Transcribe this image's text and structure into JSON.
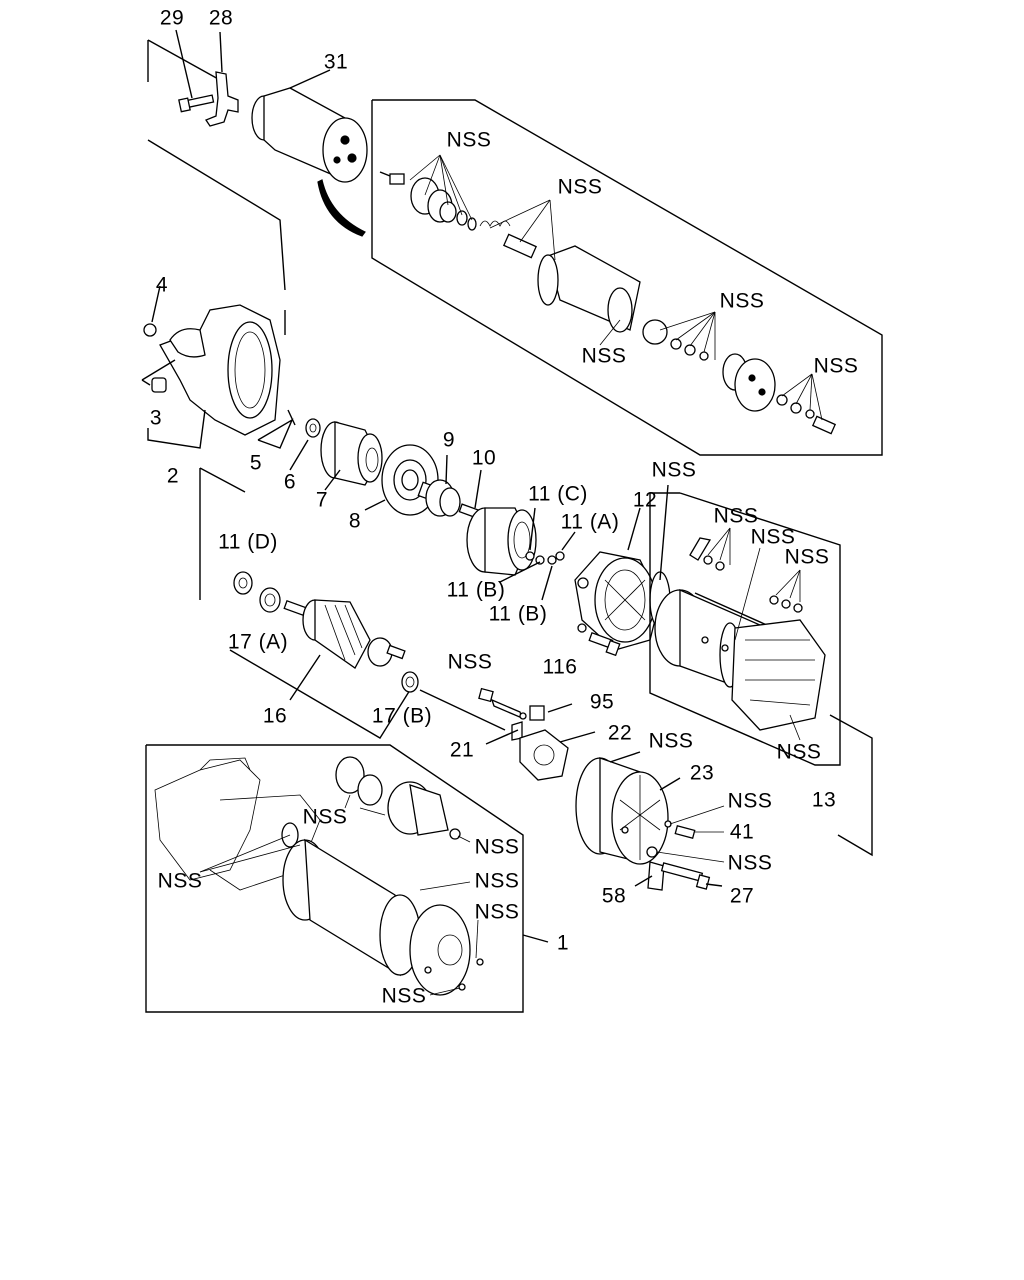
{
  "labels": {
    "n29": "29",
    "n28": "28",
    "n31": "31",
    "n4": "4",
    "n3": "3",
    "n2": "2",
    "n5": "5",
    "n6": "6",
    "n7": "7",
    "n8": "8",
    "n9": "9",
    "n10": "10",
    "n12": "12",
    "n13": "13",
    "n11c": "11 (C)",
    "n11a": "11 (A)",
    "n11b1": "11 (B)",
    "n11b2": "11 (B)",
    "n11d": "11 (D)",
    "n17a": "17 (A)",
    "n17b": "17 (B)",
    "n16": "16",
    "n95": "95",
    "n21": "21",
    "n22": "22",
    "n23": "23",
    "n41": "41",
    "n27": "27",
    "n58": "58",
    "n116": "116",
    "n1": "1",
    "nss_sol1": "NSS",
    "nss_sol2": "NSS",
    "nss_sol3": "NSS",
    "nss_sol4": "NSS",
    "nss_sol5": "NSS",
    "nss_12": "NSS",
    "nss_br1": "NSS",
    "nss_br2": "NSS",
    "nss_br3": "NSS",
    "nss_br4": "NSS",
    "nss_95": "NSS",
    "nss_22": "NSS",
    "nss_23a": "NSS",
    "nss_23b": "NSS",
    "nss_as1": "NSS",
    "nss_as2": "NSS",
    "nss_as3": "NSS",
    "nss_as4": "NSS",
    "nss_as5": "NSS",
    "nss_as6": "NSS"
  }
}
